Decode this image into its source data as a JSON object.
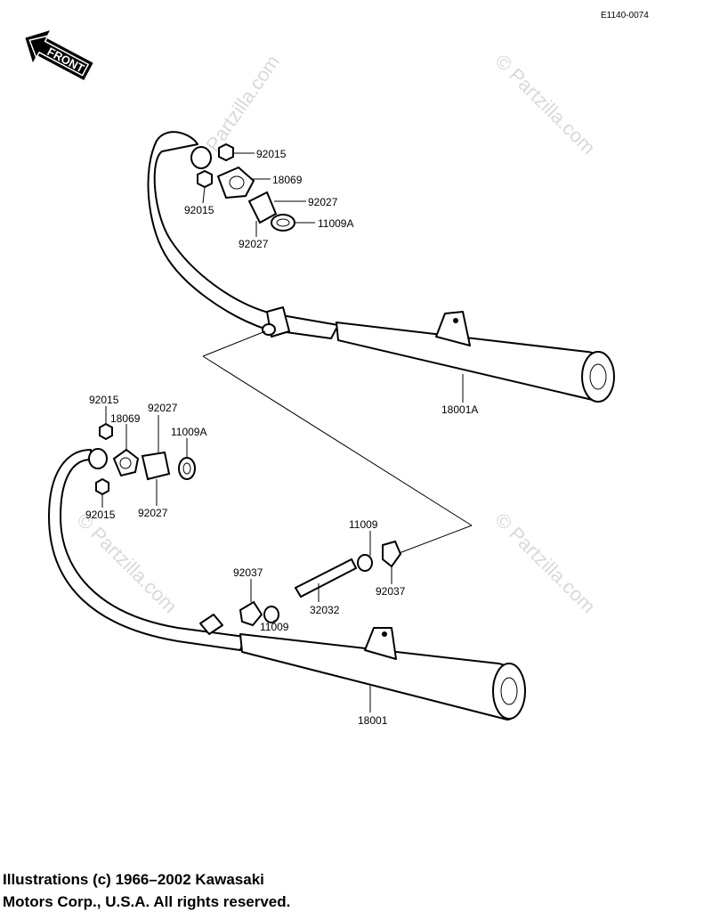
{
  "diagram": {
    "code": "E1140-0074",
    "front_sign": "FRONT",
    "watermark": "© Partzilla.com",
    "upper_labels": {
      "nut_top": "92015",
      "flange": "18069",
      "nut_left": "92015",
      "collar_right": "92027",
      "gasket": "11009A",
      "collar_bottom": "92027",
      "muffler": "18001A"
    },
    "lower_labels": {
      "nut_top": "92015",
      "flange": "18069",
      "collar_top": "92027",
      "gasket": "11009A",
      "nut_bottom": "92015",
      "collar_bottom": "92027",
      "gasket_right": "11009",
      "clamp_left": "92037",
      "pipe": "32032",
      "clamp_right": "92037",
      "gasket_left": "11009",
      "muffler": "18001"
    }
  },
  "copyright": {
    "line1": "Illustrations (c) 1966–2002 Kawasaki",
    "line2": "Motors Corp., U.S.A.  All rights reserved."
  }
}
